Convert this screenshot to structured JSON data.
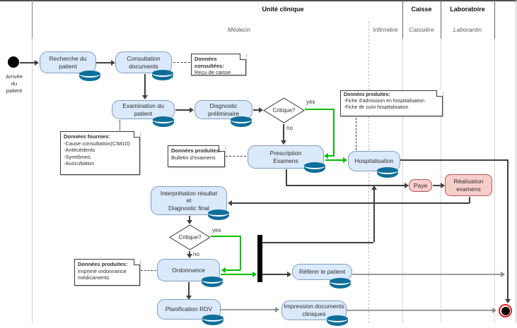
{
  "lanes": {
    "unite_clinique": "Unité clinique",
    "caisse": "Caisse",
    "laboratoire": "Laboratoire",
    "medecin": "Médecin",
    "infirmiere": "Infirmière",
    "caissiere": "Caissière",
    "laborantin": "Laborantin"
  },
  "nodes": {
    "start_label": "Arrivée\ndu\npatient",
    "recherche": "Recherche du\npatient",
    "consultation": "Consultation\ndocuments",
    "examination": "Examination du\npatient",
    "disgnostic": "Disgnostic\npréliminaire",
    "critique1": "Critique?",
    "prescription": "Prescription\nExamens",
    "hospitalisation": "Hospitalisation",
    "paye": "Paye",
    "realisation": "Réalisation\nexamens",
    "interpretation": "Interprétation résultat\net\nDiagnostic final",
    "critique2": "Critique?",
    "ordonnance": "Ordonnance",
    "refere": "Référer le patient",
    "planification": "Planification RDV",
    "impression": "Impression documents\ncliniques"
  },
  "edge_labels": {
    "yes1": "yes",
    "no1": "no",
    "yes2": "yes",
    "no2": "no"
  },
  "notes": {
    "consultees": {
      "title": "Données consultées:",
      "body": "Reçu de caisse"
    },
    "fournies": {
      "title": "Données fournies:",
      "body": "-Cause consultation(CIM10)\n-Antécédents\n-Symtômes\n-Auscultation"
    },
    "bulletin": {
      "title": "Données produites:",
      "body": "Bulletin d'examens"
    },
    "hospit": {
      "title": "Données produites:",
      "body": "-Fiche d'admission en hospitalisation\n-Fiche de suivi hospitalisation"
    },
    "ordonnance_note": {
      "title": "Données produites:",
      "body": "Imprimé ordonnance\nmédicaments"
    }
  },
  "colors": {
    "activity_fill": "#dae8fc",
    "activity_stroke": "#6c8ebf",
    "alt_fill": "#f8cecc",
    "alt_stroke": "#b85450",
    "flow_highlight": "#00bd00",
    "database_icon": "#0e6e99",
    "end_ring": "#df1f1f"
  }
}
